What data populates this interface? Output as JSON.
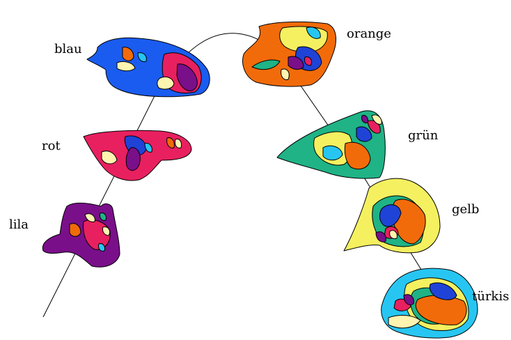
{
  "labels": {
    "blau": "blau",
    "rot": "rot",
    "lila": "lila",
    "orange": "orange",
    "gruen": "grün",
    "gelb": "gelb",
    "tuerkis": "türkis"
  },
  "colors": {
    "blau": "#1a5cf0",
    "rot": "#e8205f",
    "lila": "#7a0f8a",
    "orange": "#f26b0a",
    "gruen": "#1fb386",
    "gelb": "#f4f060",
    "tuerkis": "#27c6f2",
    "cream": "#fff4b0",
    "darkblue": "#1f43d6"
  }
}
